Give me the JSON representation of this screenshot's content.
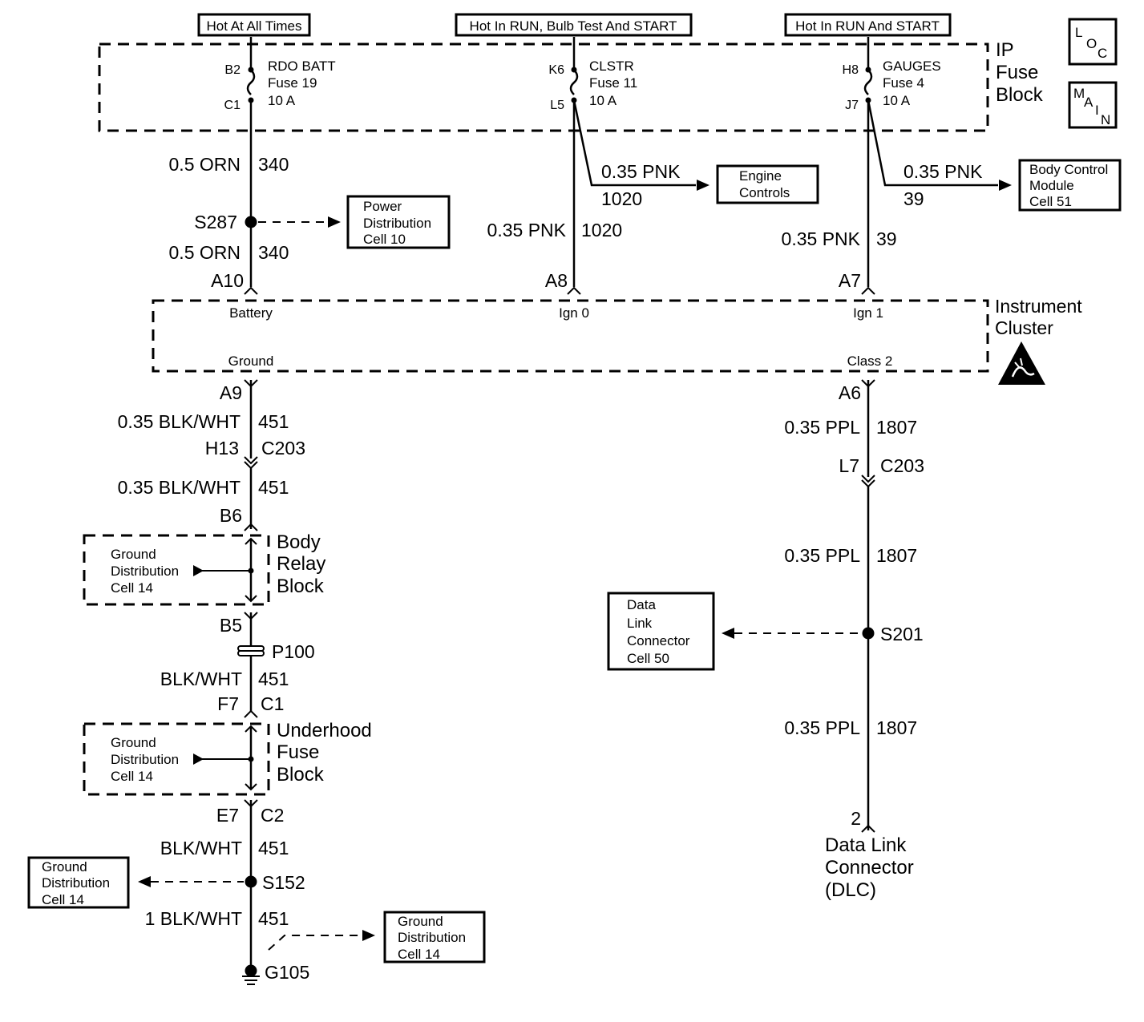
{
  "power_labels": {
    "hot_at_all_times": "Hot At All Times",
    "hot_in_run_bulb_start": "Hot In RUN, Bulb Test And START",
    "hot_in_run_start": "Hot In RUN And START"
  },
  "legend_boxes": {
    "loc": [
      "L",
      "O",
      "C"
    ],
    "main": [
      "M",
      "A",
      "I",
      "N"
    ]
  },
  "ip_fuse_block": {
    "label": [
      "IP",
      "Fuse",
      "Block"
    ],
    "fuses": [
      {
        "in_pin": "B2",
        "out_pin": "C1",
        "name": "RDO BATT",
        "fuse": "Fuse 19",
        "rating": "10 A"
      },
      {
        "in_pin": "K6",
        "out_pin": "L5",
        "name": "CLSTR",
        "fuse": "Fuse 11",
        "rating": "10 A"
      },
      {
        "in_pin": "H8",
        "out_pin": "J7",
        "name": "GAUGES",
        "fuse": "Fuse 4",
        "rating": "10 A"
      }
    ]
  },
  "circuit_left_upper": {
    "wire_a": {
      "gauge_color": "0.5 ORN",
      "circuit": "340"
    },
    "splice": "S287",
    "splice_ref": [
      "Power",
      "Distribution",
      "Cell 10"
    ],
    "wire_b": {
      "gauge_color": "0.5 ORN",
      "circuit": "340"
    },
    "pin": "A10"
  },
  "circuit_mid": {
    "branch": {
      "gauge_color": "0.35 PNK",
      "circuit": "1020"
    },
    "branch_ref": [
      "Engine",
      "Controls"
    ],
    "wire": {
      "gauge_color": "0.35 PNK",
      "circuit": "1020"
    },
    "pin": "A8"
  },
  "circuit_right_upper": {
    "branch": {
      "gauge_color": "0.35 PNK",
      "circuit": "39"
    },
    "branch_ref": [
      "Body Control",
      "Module",
      "Cell 51"
    ],
    "wire": {
      "gauge_color": "0.35 PNK",
      "circuit": "39"
    },
    "pin": "A7"
  },
  "instrument_cluster": {
    "label": [
      "Instrument",
      "Cluster"
    ],
    "battery": "Battery",
    "ign0": "Ign 0",
    "ign1": "Ign 1",
    "ground": "Ground",
    "class2": "Class 2"
  },
  "ground_path": {
    "pin_a9": "A9",
    "w1": {
      "gauge_color": "0.35 BLK/WHT",
      "circuit": "451"
    },
    "conn1_pin": "H13",
    "conn1": "C203",
    "w2": {
      "gauge_color": "0.35 BLK/WHT",
      "circuit": "451"
    },
    "pin_b6": "B6",
    "body_relay_block": [
      "Body",
      "Relay",
      "Block"
    ],
    "brb_ref": [
      "Ground",
      "Distribution",
      "Cell 14"
    ],
    "pin_b5": "B5",
    "p100": "P100",
    "w3": {
      "gauge_color": "BLK/WHT",
      "circuit": "451"
    },
    "conn2_pin": "F7",
    "conn2": "C1",
    "underhood_fuse_block": [
      "Underhood",
      "Fuse",
      "Block"
    ],
    "ufb_ref": [
      "Ground",
      "Distribution",
      "Cell 14"
    ],
    "conn3_pin": "E7",
    "conn3": "C2",
    "w4": {
      "gauge_color": "BLK/WHT",
      "circuit": "451"
    },
    "splice": "S152",
    "splice_ref": [
      "Ground",
      "Distribution",
      "Cell 14"
    ],
    "w5": {
      "gauge_color": "1 BLK/WHT",
      "circuit": "451"
    },
    "ground_ref": [
      "Ground",
      "Distribution",
      "Cell 14"
    ],
    "ground": "G105"
  },
  "data_path": {
    "pin_a6": "A6",
    "w1": {
      "gauge_color": "0.35 PPL",
      "circuit": "1807"
    },
    "conn_pin": "L7",
    "conn": "C203",
    "w2": {
      "gauge_color": "0.35 PPL",
      "circuit": "1807"
    },
    "splice": "S201",
    "splice_ref": [
      "Data",
      "Link",
      "Connector",
      "Cell 50"
    ],
    "w3": {
      "gauge_color": "0.35 PPL",
      "circuit": "1807"
    },
    "dlc_pin": "2",
    "dlc": [
      "Data Link",
      "Connector",
      "(DLC)"
    ]
  }
}
